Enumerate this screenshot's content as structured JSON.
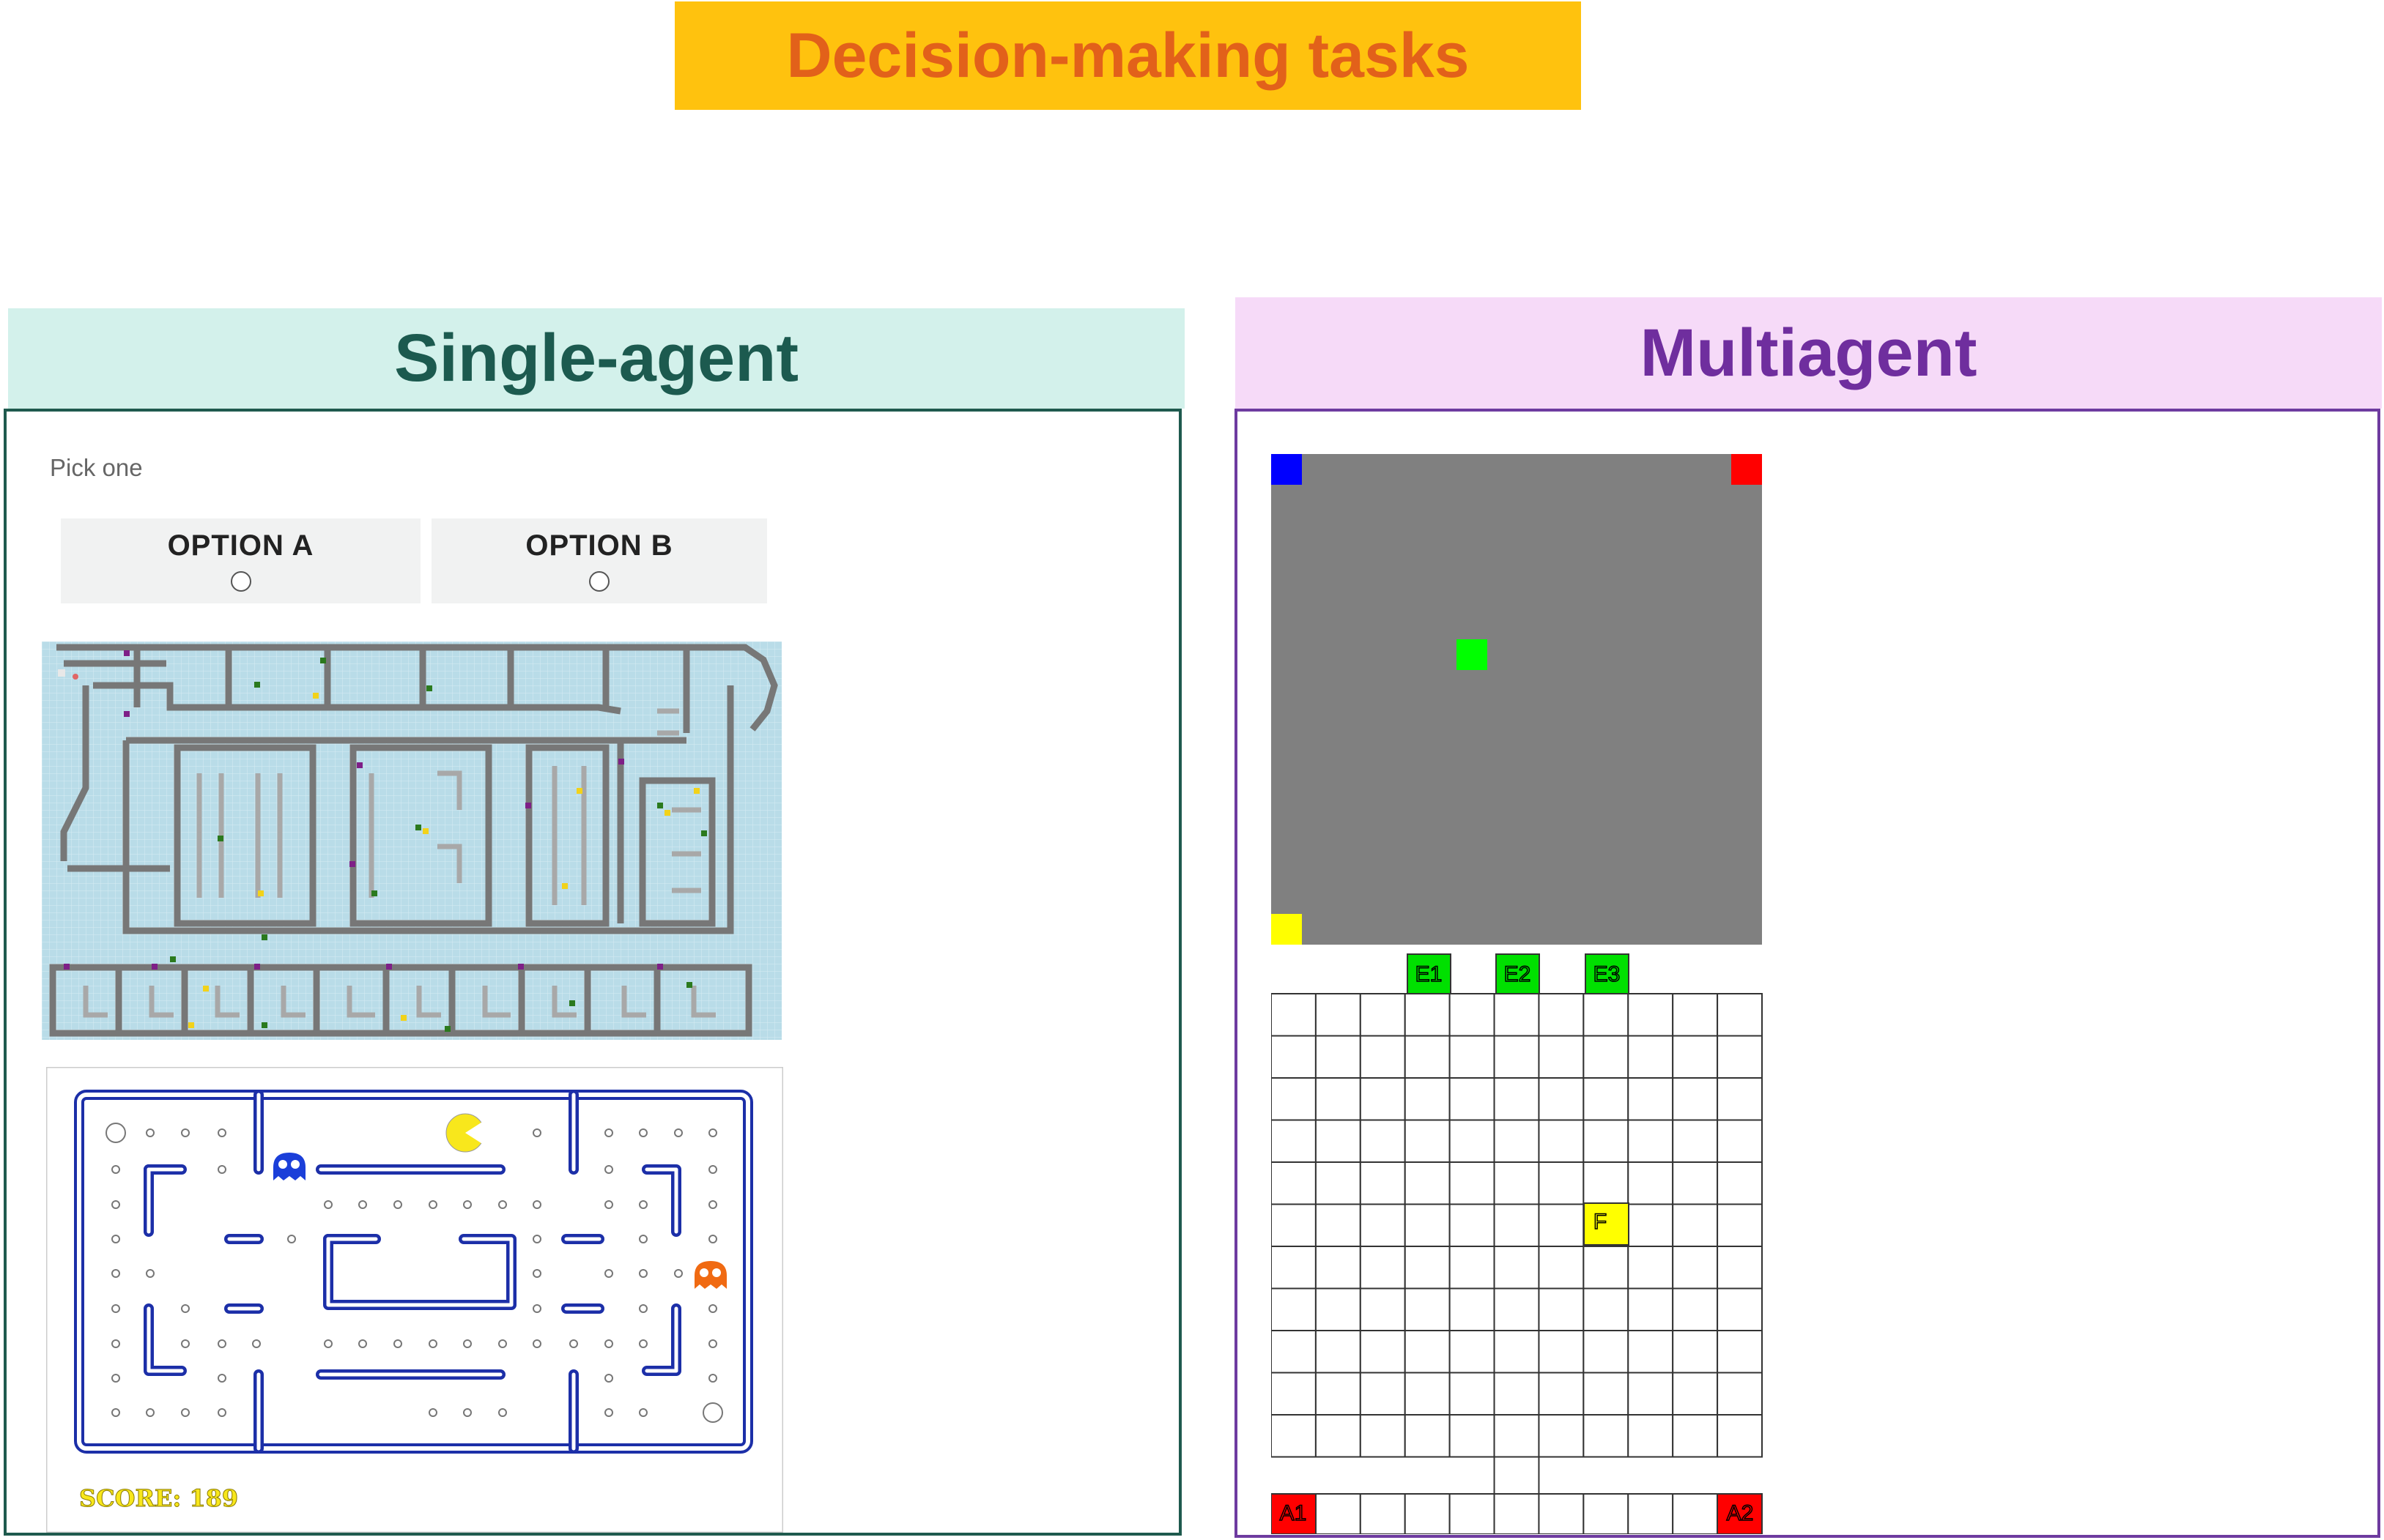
{
  "title": "Decision-making tasks",
  "single": {
    "title": "Single-agent",
    "pick_label": "Pick one",
    "options": [
      {
        "label": "OPTION A"
      },
      {
        "label": "OPTION B"
      }
    ],
    "pacman": {
      "score_text": "SCORE: 189"
    }
  },
  "multi": {
    "title": "Multiagent",
    "exits": [
      "E1",
      "E2",
      "E3"
    ],
    "food": "F",
    "agents": [
      "A1",
      "A2"
    ]
  },
  "colors": {
    "banner_bg": "#FFC20E",
    "banner_text": "#E2611A",
    "single_header_bg": "#D3F1EB",
    "single_text": "#1C5A4F",
    "multi_header_bg": "#F6DAF8",
    "multi_text": "#6F2E9E",
    "gray_arena": "#808080",
    "green": "#00FF00",
    "red": "#FF0000",
    "blue": "#0000FF",
    "yellow": "#FFFF00",
    "map_bg": "#B9DCE8",
    "wall_gray": "#777777",
    "maze_blue": "#1C2FA8"
  }
}
